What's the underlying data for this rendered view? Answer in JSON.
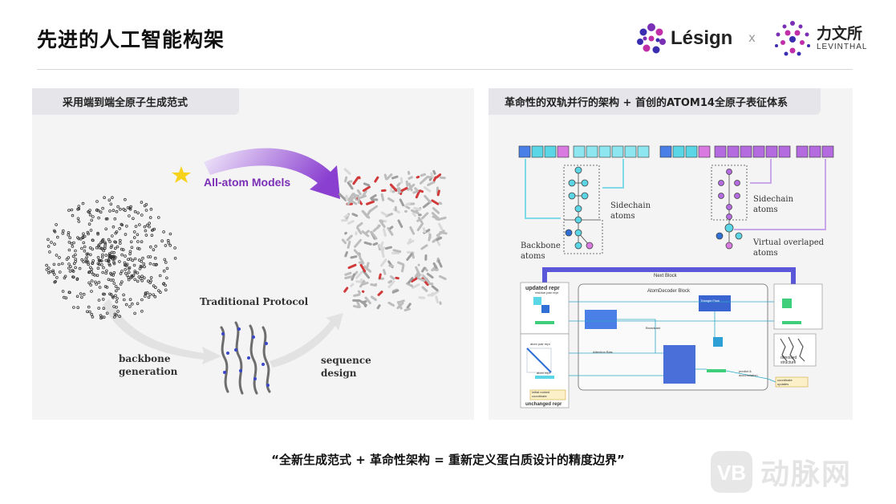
{
  "header": {
    "title": "先进的人工智能构架",
    "brand_lesign": "Lésign",
    "brand_x": "x",
    "brand_levinthal_cn": "力文所",
    "brand_levinthal_en": "LEVINTHAL"
  },
  "left_panel": {
    "tab": "采用端到端全原子生成范式",
    "all_atom_label": "All-atom Models",
    "traditional_label": "Traditional Protocol",
    "backbone_label_line1": "backbone",
    "backbone_label_line2": "generation",
    "sequence_label_line1": "sequence",
    "sequence_label_line2": "design"
  },
  "right_panel": {
    "tab": "革命性的双轨并行的架构 + 首创的ATOM14全原子表征体系",
    "backbone_atoms_1": "Backbone",
    "backbone_atoms_2": "atoms",
    "sidechain_a_1": "Sidechain",
    "sidechain_a_2": "atoms",
    "sidechain_b_1": "Sidechain",
    "sidechain_b_2": "atoms",
    "virtual_1": "Virtual overlaped",
    "virtual_2": "atoms",
    "next_block": "Next Block",
    "updated_repr": "updated repr",
    "atom_decoder": "AtomDecoder Block",
    "unchanged_repr": "unchanged repr",
    "initial_noised": "initial noised",
    "coordinate": "coordinate",
    "denoised_1": "denoised",
    "denoised_2": "structure",
    "coord_updates_1": "coordinate",
    "coord_updates_2": "updates",
    "predict_acc_1": "predict &",
    "predict_acc_2": "accumulation",
    "broadcast": "Broadcast",
    "residue_pair_repr": "residue pair repr",
    "atom_pair_repr": "atom pair repr",
    "atom_repr": "atom repr",
    "attention_bias": "Attention Bias",
    "triangle_flow": "Triangle Flow"
  },
  "footer": {
    "quote": "“全新生成范式 + 革命性架构 = 重新定义蛋白质设计的精度边界”",
    "watermark": "动脉网"
  },
  "colors": {
    "accent_purple": "#7a2fb6",
    "arrow_purple": "#9a5ed8",
    "cyan": "#5ad6e6",
    "panel_bg": "#f4f4f4",
    "tab_bg": "#e6e6ea"
  }
}
